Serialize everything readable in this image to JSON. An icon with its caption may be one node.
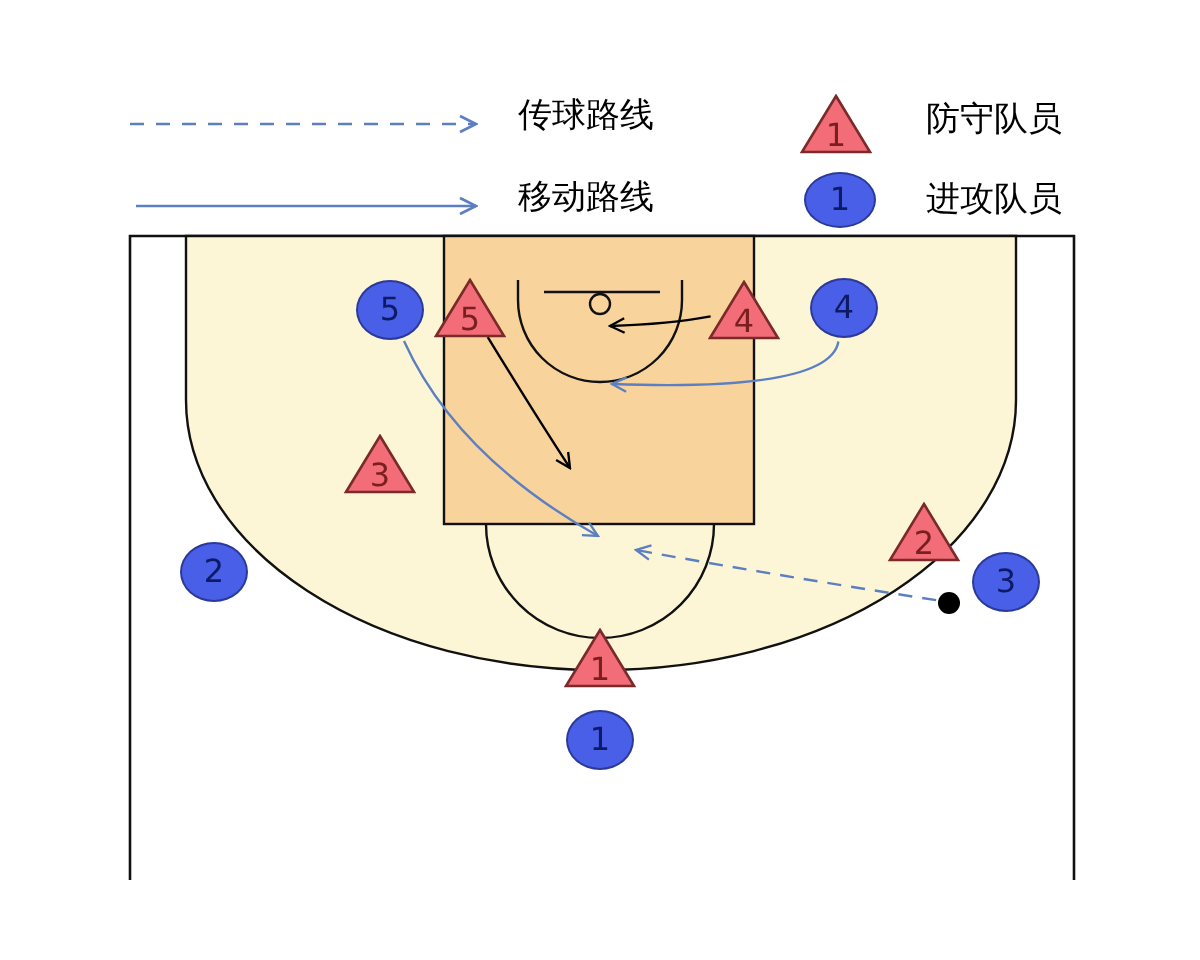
{
  "diagram": {
    "nodes": [
      {
        "text": [
          "5"
        ]
      },
      {
        "text": [
          "5"
        ]
      },
      {
        "text": [
          "4"
        ]
      },
      {
        "text": [
          "4"
        ]
      },
      {
        "text": [
          "3"
        ]
      },
      {
        "text": [
          "2"
        ]
      },
      {
        "text": [
          "2"
        ]
      },
      {
        "text": [
          "3"
        ]
      },
      {
        "text": [],
        "shape": "circle"
      },
      {
        "text": [
          "1"
        ]
      },
      {
        "text": [
          "1"
        ]
      }
    ],
    "edges": [
      {
        "from": 0,
        "to": null,
        "arrow": "to"
      },
      {
        "from": 3,
        "to": null,
        "arrow": "to"
      },
      {
        "from": 2,
        "to": null,
        "arrow": "to",
        "color": "#000000"
      },
      {
        "from": 1,
        "to": null,
        "arrow": "to",
        "color": "#000000"
      },
      {
        "from": 8,
        "to": null,
        "arrow": "to",
        "style": "dashed"
      }
    ],
    "labels": [
      "1",
      "1"
    ],
    "legend": [
      {
        "text": "传球路线"
      },
      {
        "text": "移动路线"
      },
      {
        "text": "防守队员"
      },
      {
        "text": "进攻队员"
      }
    ]
  }
}
